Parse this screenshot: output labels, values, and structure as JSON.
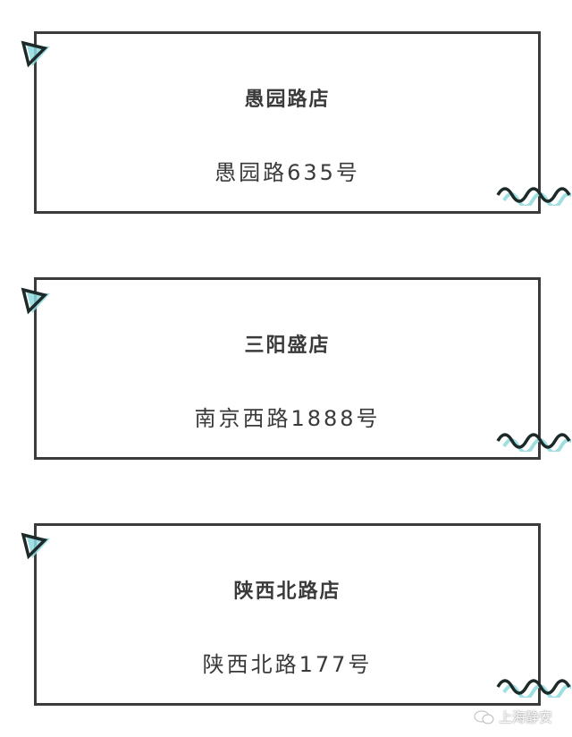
{
  "stores": [
    {
      "name": "愚园路店",
      "address": "愚园路635号"
    },
    {
      "name": "三阳盛店",
      "address": "南京西路1888号"
    },
    {
      "name": "陕西北路店",
      "address": "陕西北路177号"
    }
  ],
  "decorations": {
    "corner_icon": "triangle-icon",
    "bottom_icon": "wave-icon",
    "accent_color": "#7fd3d8",
    "stroke_color": "#1e2a2a",
    "border_color": "#3b3b3b"
  },
  "watermark": {
    "icon": "wechat-icon",
    "text": "上海静安"
  }
}
